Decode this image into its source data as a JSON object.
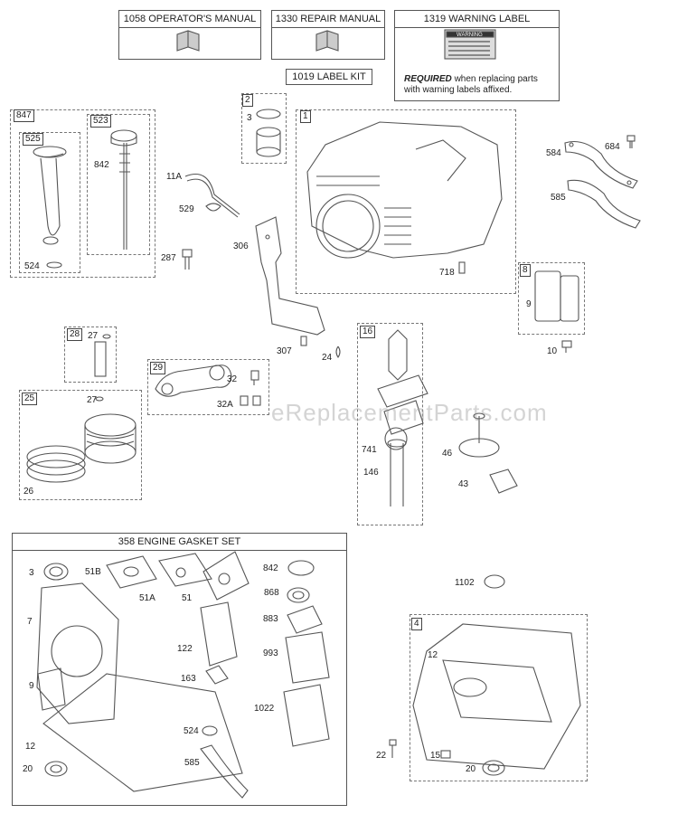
{
  "manuals": {
    "operators_manual": "1058 OPERATOR'S MANUAL",
    "repair_manual": "1330 REPAIR MANUAL",
    "warning_label": "1319 WARNING LABEL",
    "label_kit": "1019 LABEL KIT",
    "warning_sticker": "WARNING",
    "required_bold": "REQUIRED",
    "required_rest_1": " when replacing parts",
    "required_rest_2": "with warning labels affixed."
  },
  "group_tags": {
    "t847": "847",
    "t523": "523",
    "t525": "525",
    "t2": "2",
    "t1": "1",
    "t8": "8",
    "t28": "28",
    "t29": "29",
    "t25": "25",
    "t16": "16",
    "t4": "4"
  },
  "gasket_set_title": "358 ENGINE GASKET SET",
  "watermark": "eReplacementParts.com",
  "labels": {
    "l842a": "842",
    "l524a": "524",
    "l287": "287",
    "l11A": "11A",
    "l529": "529",
    "l306": "306",
    "l3a": "3",
    "l718": "718",
    "l584": "584",
    "l684": "684",
    "l585a": "585",
    "l9a": "9",
    "l10": "10",
    "l307": "307",
    "l24": "24",
    "l27a": "27",
    "l32": "32",
    "l32A": "32A",
    "l27b": "27",
    "l26": "26",
    "l741": "741",
    "l146": "146",
    "l46": "46",
    "l43": "43",
    "l3b": "3",
    "l51B": "51B",
    "l51A": "51A",
    "l51": "51",
    "l842b": "842",
    "l868": "868",
    "l883": "883",
    "l7": "7",
    "l122": "122",
    "l993": "993",
    "l163": "163",
    "l9b": "9",
    "l1022": "1022",
    "l524b": "524",
    "l12a": "12",
    "l20a": "20",
    "l585b": "585",
    "l1102": "1102",
    "l12b": "12",
    "l22": "22",
    "l15": "15",
    "l20b": "20"
  },
  "colors": {
    "line": "#555555",
    "watermark": "#a0a0a0"
  }
}
